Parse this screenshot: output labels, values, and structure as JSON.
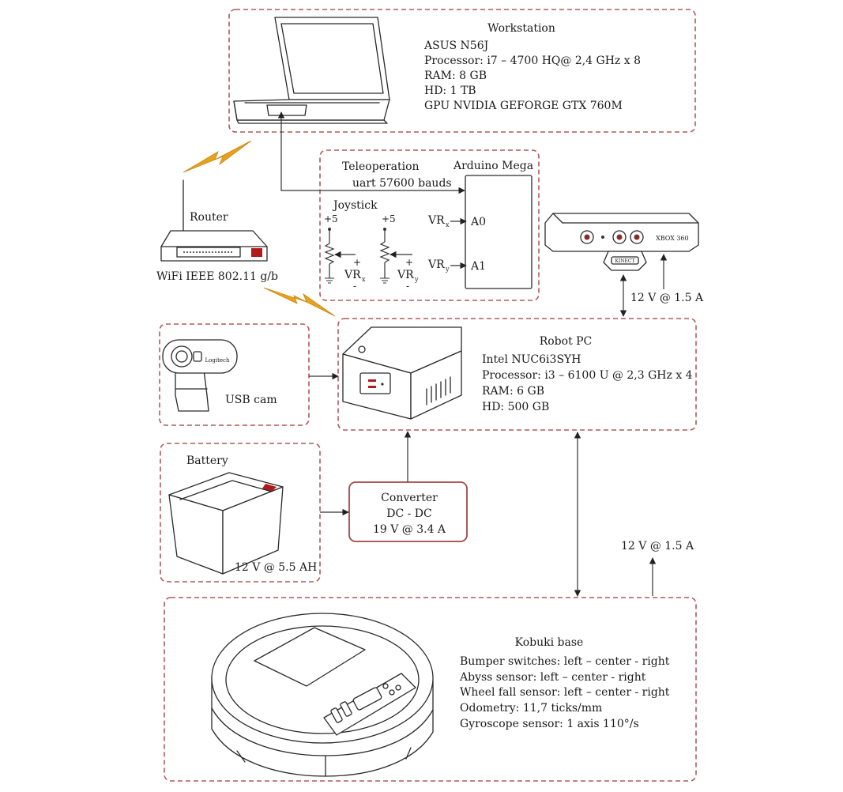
{
  "workstation": {
    "title": "Workstation",
    "specs": [
      "ASUS N56J",
      "Processor: i7 – 4700 HQ@ 2,4 GHz x 8",
      "RAM: 8 GB",
      "HD: 1 TB",
      "GPU NVIDIA GEFORGE GTX 760M"
    ]
  },
  "router": {
    "label": "Router",
    "wifi": "WiFi IEEE 802.11 g/b"
  },
  "teleop": {
    "title": "Teleoperation",
    "uart": "uart 57600 bauds",
    "arduino": "Arduino Mega",
    "joystick": "Joystick",
    "plus5_a": "+5",
    "plus5_b": "+5",
    "vr_base": "VR",
    "sub_x": "x",
    "sub_y": "y",
    "pin_a0": "A0",
    "pin_a1": "A1",
    "plus": "+",
    "minus": "-"
  },
  "kinect": {
    "logo": "XBOX 360",
    "tag": "KINECT",
    "power": "12 V @ 1.5 A"
  },
  "robot_pc": {
    "title": "Robot PC",
    "specs": [
      "Intel NUC6i3SYH",
      "Processor: i3 – 6100 U @ 2,3 GHz x 4",
      "RAM: 6 GB",
      "HD: 500 GB"
    ]
  },
  "usb_cam": {
    "label": "USB cam",
    "brand": "Logitech"
  },
  "battery": {
    "label": "Battery",
    "rating": "12 V @ 5.5 AH"
  },
  "converter": {
    "lines": [
      "Converter",
      "DC - DC",
      "19 V @ 3.4 A"
    ]
  },
  "kobuki_power": "12 V @ 1.5 A",
  "kobuki": {
    "title": "Kobuki base",
    "specs": [
      "Bumper switches: left – center - right",
      "Abyss sensor: left – center - right",
      "Wheel fall sensor: left – center - right",
      "Odometry: 11,7 ticks/mm",
      "Gyroscope sensor: 1 axis 110°/s"
    ]
  },
  "colors": {
    "dashed_border": "#b05a5a",
    "converter_border": "#a04848",
    "lightning": "#e8a21c"
  }
}
